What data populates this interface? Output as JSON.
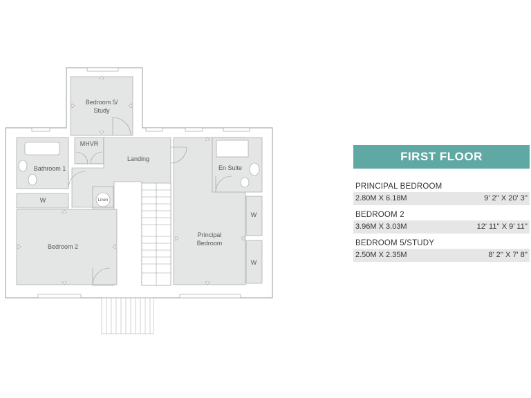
{
  "floorplan": {
    "rooms": {
      "bedroom5": "Bedroom 5/",
      "bedroom5_line2": "Study",
      "mhvr": "MHVR",
      "landing": "Landing",
      "ensuite": "En Suite",
      "bathroom1": "Bathroom 1",
      "linen": "Linen",
      "wardrobe_bed2": "W",
      "wardrobe_principal_1": "W",
      "wardrobe_principal_2": "W",
      "bedroom2": "Bedroom 2",
      "principal_line1": "Principal",
      "principal_line2": "Bedroom"
    },
    "colors": {
      "room_fill": "#e4e5e5",
      "wall": "#ffffff",
      "wall_stroke": "#9a9a9a",
      "accent": "#5fa8a3",
      "dim_band": "#e6e6e6"
    }
  },
  "panel": {
    "title": "FIRST FLOOR",
    "rooms": [
      {
        "name": "PRINCIPAL BEDROOM",
        "metric": "2.80M X 6.18M",
        "imperial": "9' 2'' X 20' 3''"
      },
      {
        "name": "BEDROOM 2",
        "metric": "3.96M X 3.03M",
        "imperial": "12' 11'' X 9' 11''"
      },
      {
        "name": "BEDROOM 5/STUDY",
        "metric": "2.50M X 2.35M",
        "imperial": "8' 2'' X 7' 8''"
      }
    ]
  }
}
